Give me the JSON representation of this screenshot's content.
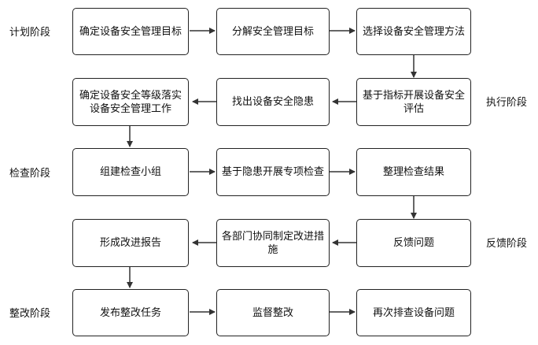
{
  "phases": {
    "plan": "计划阶段",
    "execute": "执行阶段",
    "check": "检查阶段",
    "feedback": "反馈阶段",
    "rectify": "整改阶段"
  },
  "boxes": {
    "b1": "确定设备安全管理目标",
    "b2": "分解安全管理目标",
    "b3": "选择设备安全管理方法",
    "b4": "基于指标开展设备安全评估",
    "b5": "找出设备安全隐患",
    "b6": "确定设备安全等级落实设备安全管理工作",
    "b7": "组建检查小组",
    "b8": "基于隐患开展专项检查",
    "b9": "整理检查结果",
    "b10": "反馈问题",
    "b11": "各部门协同制定改进措施",
    "b12": "形成改进报告",
    "b13": "发布整改任务",
    "b14": "监督整改",
    "b15": "再次排查设备问题"
  },
  "colors": {
    "stroke": "#222222",
    "text": "#111111"
  }
}
